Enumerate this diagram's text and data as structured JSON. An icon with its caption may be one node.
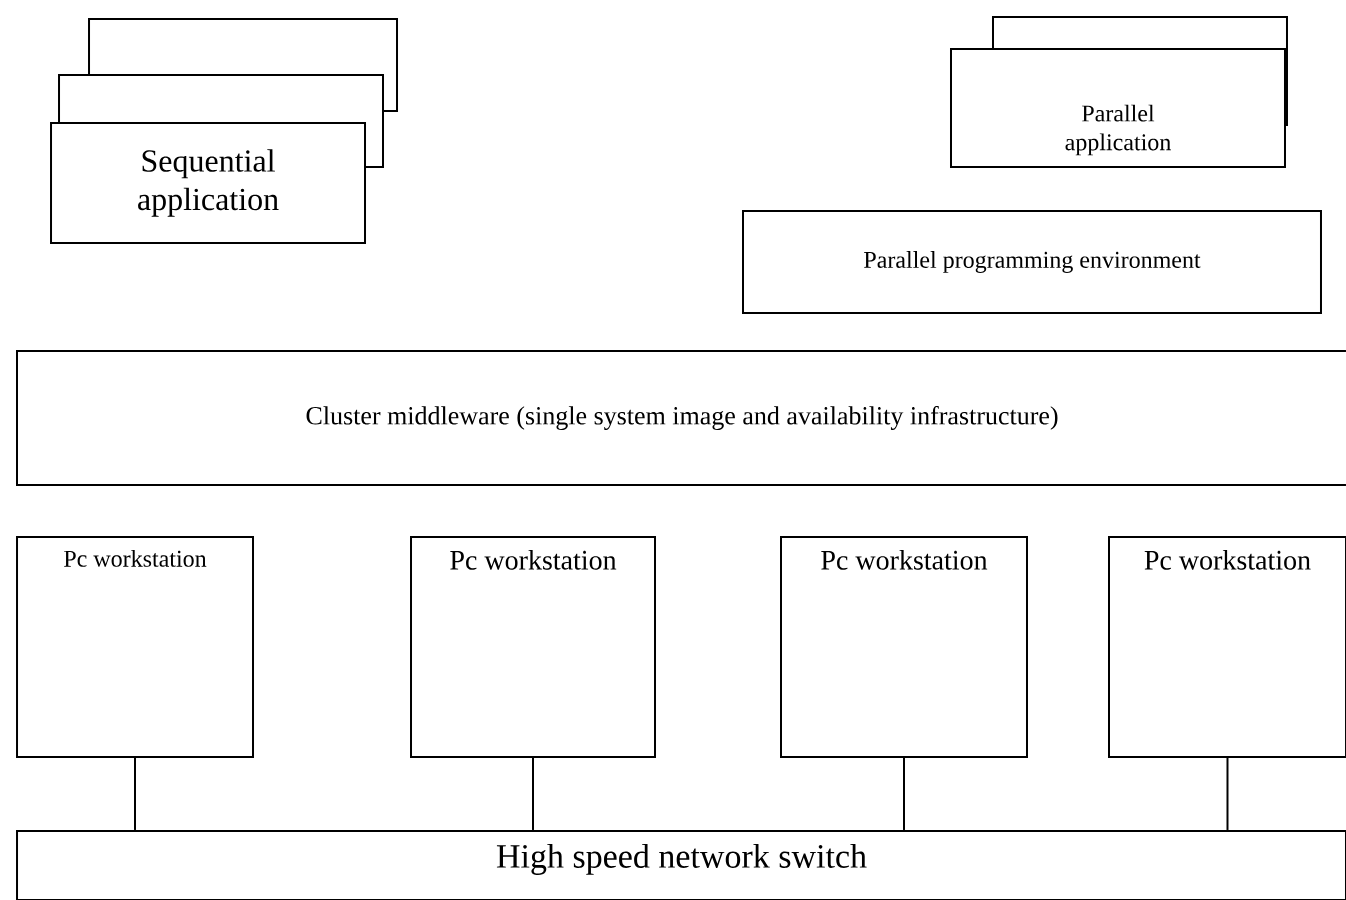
{
  "diagram": {
    "nodes": [
      {
        "text": [],
        "shape": "box"
      },
      {
        "text": [],
        "shape": "box"
      },
      {
        "text": [
          "Sequential application"
        ]
      },
      {
        "text": [],
        "shape": "box"
      },
      {
        "text": [
          "Parallel application"
        ]
      },
      {
        "text": [
          "Parallel programming environment"
        ]
      },
      {
        "text": [
          "Cluster middleware (single system image and availability infrastructure)"
        ]
      },
      {
        "text": [
          "Pc workstation"
        ]
      },
      {
        "text": [
          "Pc workstation"
        ]
      },
      {
        "text": [
          "Pc workstation"
        ]
      },
      {
        "text": [
          "Pc workstation"
        ]
      },
      {
        "text": [
          "High speed network switch"
        ]
      }
    ],
    "edges": [
      {
        "from": 7,
        "to": 11,
        "arrow": "none"
      },
      {
        "from": 8,
        "to": 11,
        "arrow": "none"
      },
      {
        "from": 9,
        "to": 11,
        "arrow": "none"
      },
      {
        "from": 10,
        "to": 11,
        "arrow": "none"
      }
    ]
  }
}
